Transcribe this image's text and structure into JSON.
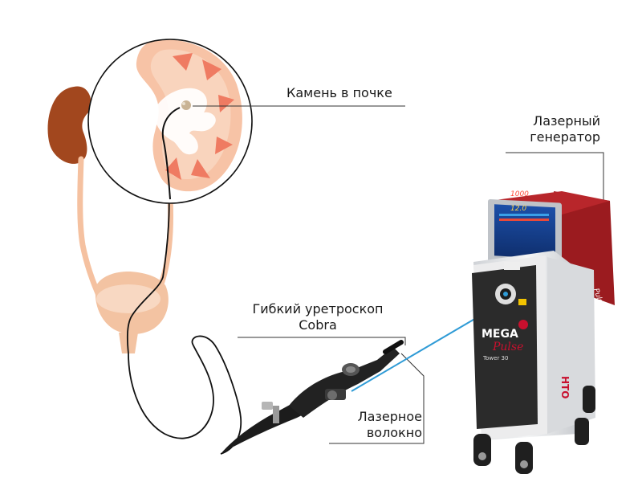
{
  "labels": {
    "kidney_stone": "Камень в почке",
    "laser_generator_line1": "Лазерный",
    "laser_generator_line2": "генератор",
    "ureteroscope_line1": "Гибкий уретроскоп",
    "ureteroscope_line2": "Cobra",
    "laser_fiber_line1": "Лазерное",
    "laser_fiber_line2": "волокно"
  },
  "device": {
    "brand_top": "MEGA",
    "brand_script": "Pulse",
    "model": "Tower 30",
    "side_vertical": "НТО",
    "screen_value_1": "1000",
    "screen_value_2": "12.0"
  },
  "colors": {
    "kidney": "#a2471e",
    "kidney_section": "#f7c3a6",
    "calyx": "#ef7b62",
    "ureter": "#f5c1a0",
    "bladder": "#f3c3a2",
    "device_red": "#9b1b1f",
    "device_body": "#2b2b2b",
    "laser_beam": "#2f9bd6"
  }
}
